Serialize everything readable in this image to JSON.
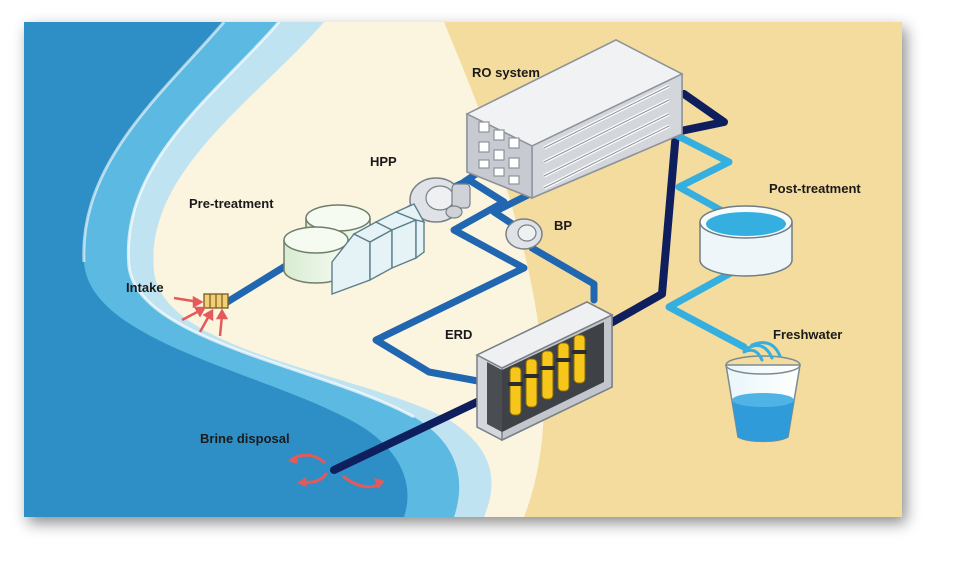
{
  "labels": {
    "ro_system": "RO system",
    "hpp": "HPP",
    "pre_treatment": "Pre-treatment",
    "bp": "BP",
    "post_treatment": "Post-treatment",
    "intake": "Intake",
    "erd": "ERD",
    "freshwater": "Freshwater",
    "brine_disposal": "Brine disposal"
  },
  "colors": {
    "sand": "#f3dc9e",
    "sea_light": "#5cb9e1",
    "sea_dark": "#2e8fc6",
    "feed_pipe": "#2166b0",
    "brine_pipe": "#0f1f5e",
    "product_pipe": "#35aee0",
    "flow_arrow": "#e45a5a"
  }
}
